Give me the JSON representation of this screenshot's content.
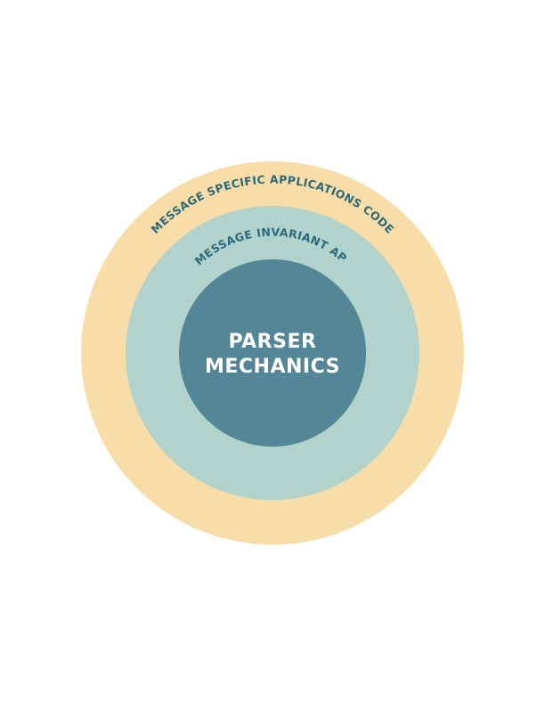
{
  "diagram": {
    "outer_ring": {
      "label": "MESSAGE SPECIFIC APPLICATIONS CODE",
      "color": "#F9DDA8"
    },
    "middle_ring": {
      "label": "MESSAGE INVARIANT API",
      "color": "#B2D2CC"
    },
    "core": {
      "line1": "PARSER",
      "line2": "MECHANICS",
      "color": "#538797"
    },
    "ring_text_color": "#2B6A7A",
    "core_text_color": "#FFFFFF"
  }
}
